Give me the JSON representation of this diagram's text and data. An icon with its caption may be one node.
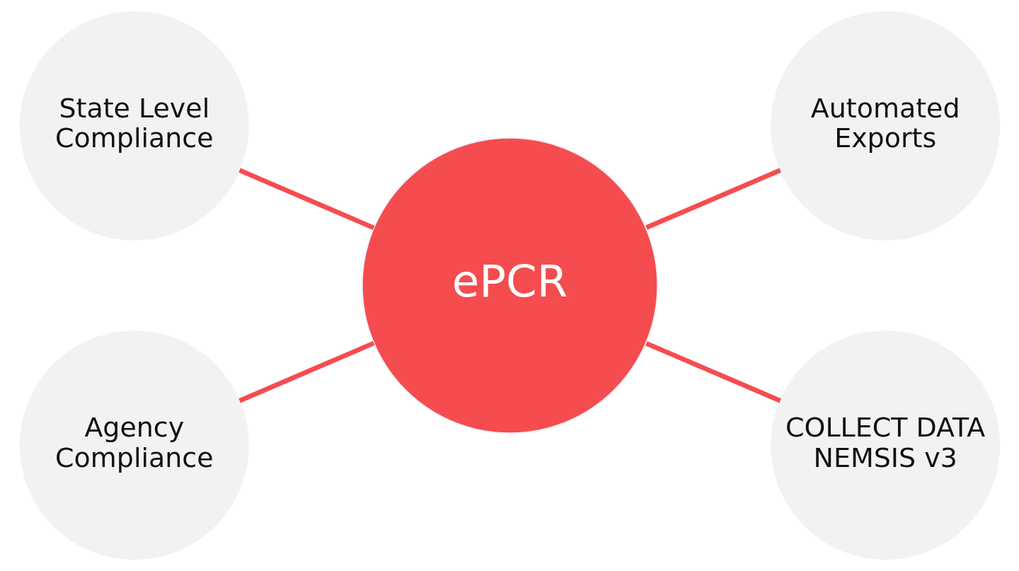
{
  "diagram": {
    "nodes": [
      {
        "text": [
          "ePCR"
        ]
      },
      {
        "text": [
          "State Level Compliance"
        ]
      },
      {
        "text": [
          "Agency Compliance"
        ]
      },
      {
        "text": [
          "Automated Exports"
        ]
      },
      {
        "text": [
          "COLLECT DATA",
          "NEMSIS v3"
        ]
      }
    ],
    "edges": [
      {
        "from": 1,
        "to": 0,
        "arrow": "none"
      },
      {
        "from": 2,
        "to": 0,
        "arrow": "none"
      },
      {
        "from": 0,
        "to": 3,
        "arrow": "none"
      },
      {
        "from": 0,
        "to": 4,
        "arrow": "none"
      }
    ]
  }
}
